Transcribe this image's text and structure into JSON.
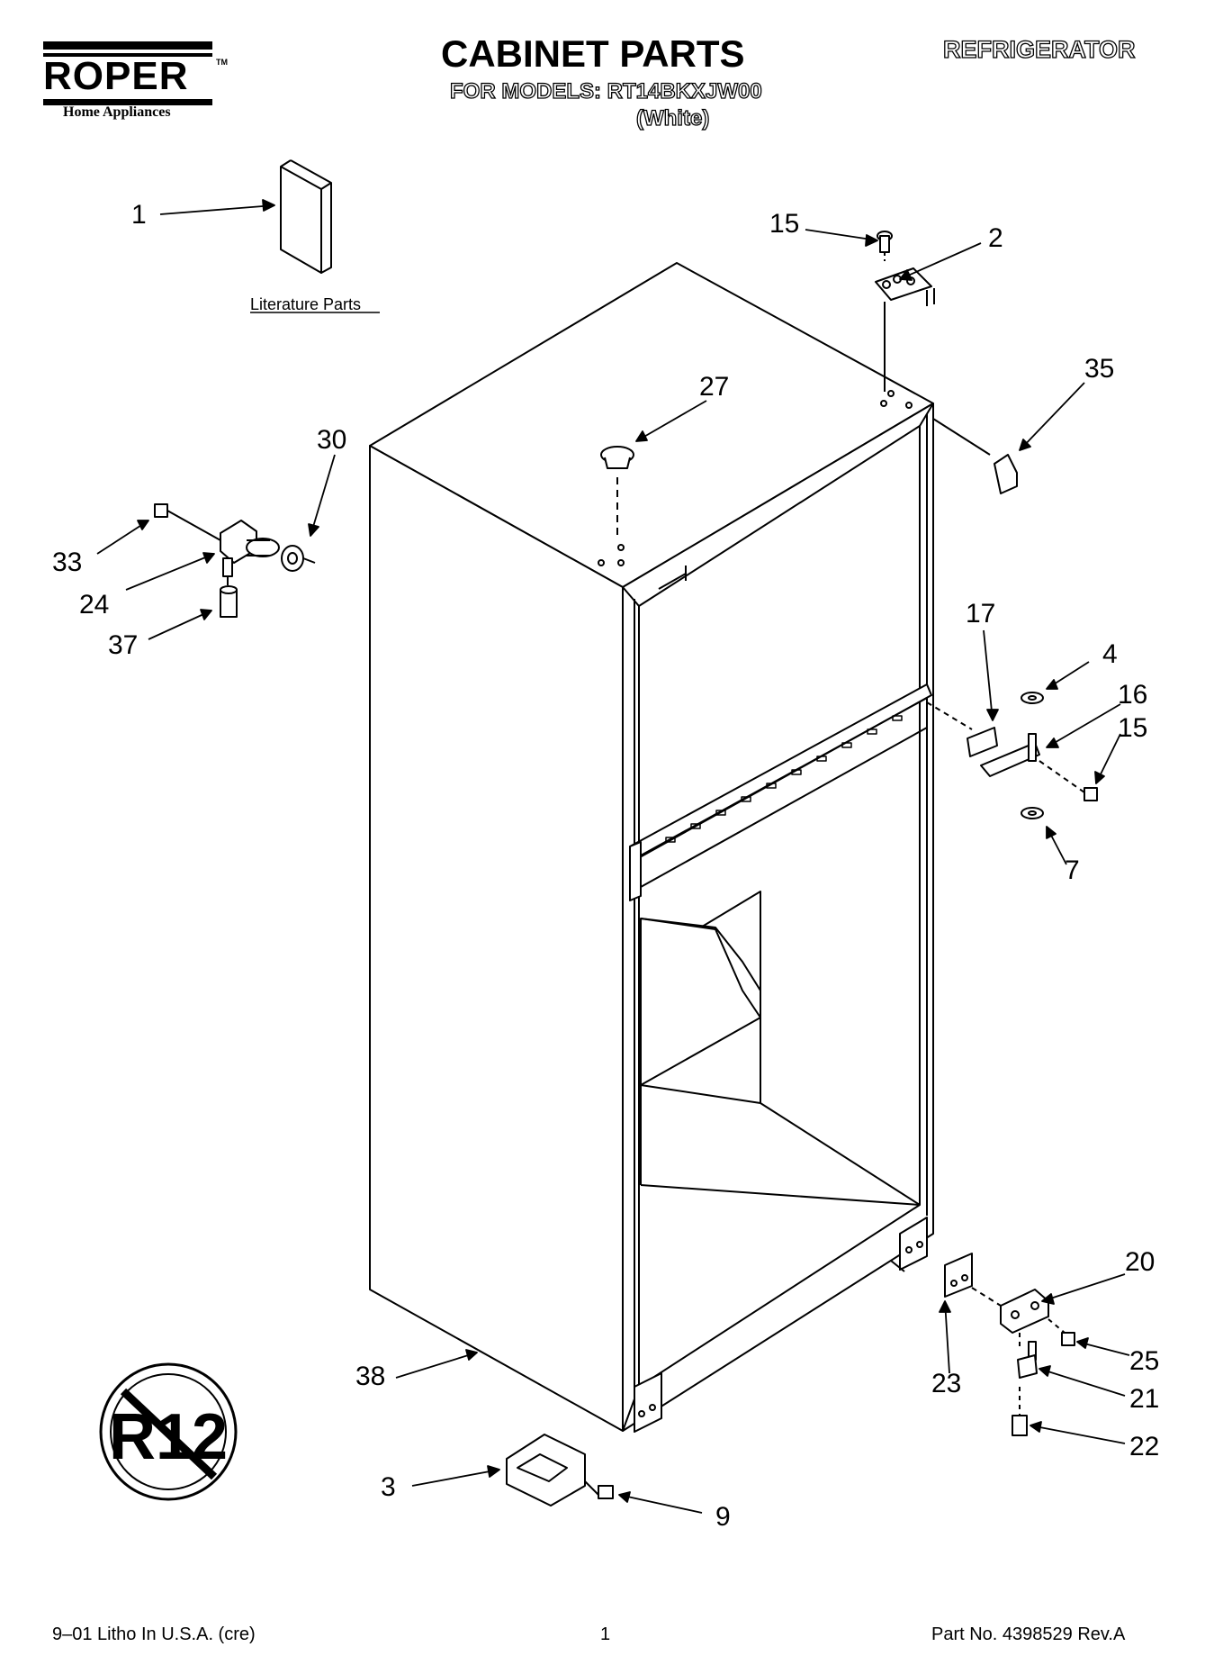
{
  "header": {
    "brand": "ROPER",
    "brand_tm": "TM",
    "brand_sub": "Home Appliances",
    "title": "CABINET PARTS",
    "models_line": "FOR MODELS: RT14BKXJW00",
    "color_note": "(White)",
    "category": "REFRIGERATOR"
  },
  "diagram": {
    "literature_label": "Literature Parts",
    "r12_symbol": "R12",
    "callouts": {
      "c1": "1",
      "c15a": "15",
      "c2": "2",
      "c27": "27",
      "c35": "35",
      "c30": "30",
      "c33": "33",
      "c24": "24",
      "c37": "37",
      "c17": "17",
      "c4": "4",
      "c16": "16",
      "c15b": "15",
      "c7": "7",
      "c20": "20",
      "c25": "25",
      "c23": "23",
      "c21": "21",
      "c22": "22",
      "c38": "38",
      "c3": "3",
      "c9": "9"
    }
  },
  "footer": {
    "print_info": "9–01 Litho In U.S.A. (cre)",
    "page_number": "1",
    "part_number": "Part No. 4398529 Rev.A"
  }
}
